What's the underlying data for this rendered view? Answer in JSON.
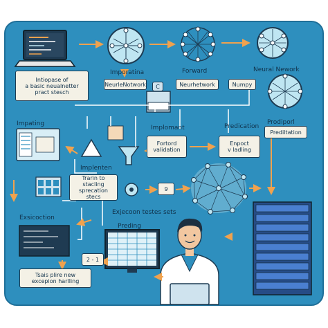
{
  "labels": {
    "importing_top": "Imporatina",
    "forward": "Forward",
    "neural_network": "Neural Nework",
    "intro_line1": "Intiopase of",
    "intro_line2": "a basic neualnetter",
    "intro_line3": "pract stesch",
    "btn_neuralnetwork": "NeurleNotwork",
    "btn_neurnetwork": "Neurhetwork",
    "btn_numpy": "Numpy",
    "code_icon": "C",
    "importing_left": "Impating",
    "implement": "Implomant",
    "predication": "Predication",
    "prediport": "Prodiporl",
    "box_forward_line1": "Fortord",
    "box_forward_line2": "validation",
    "box_expect_line1": "Enpoct",
    "box_expect_line2": "v ladling",
    "box_prediction": "Prediltation",
    "implenten": "Implenten",
    "train_line1": "Trarin to",
    "train_line2": "stacling",
    "train_line3": "sprecation stecs",
    "number_box": "9",
    "exjection": "Exjecoon testes sets",
    "exsicoction": "Exsicoction",
    "preding": "Preding",
    "small_box": "2 - 1",
    "tsais_line1": "Tsais plire new",
    "tsais_line2": "excepion harlling"
  },
  "colors": {
    "panel": "#2e8fbe",
    "node_fill": "#bfe6f2",
    "box_fill": "#f4f1e6",
    "arrow_orange": "#f0a24e",
    "line_dark": "#1d3b52",
    "server": "#2f5aa5"
  },
  "icons": [
    "laptop-icon",
    "network-icon",
    "code-window-icon",
    "triangle-warning-icon",
    "funnel-icon",
    "gear-icon",
    "spreadsheet-monitor-icon",
    "server-rack-icon",
    "developer-avatar"
  ]
}
